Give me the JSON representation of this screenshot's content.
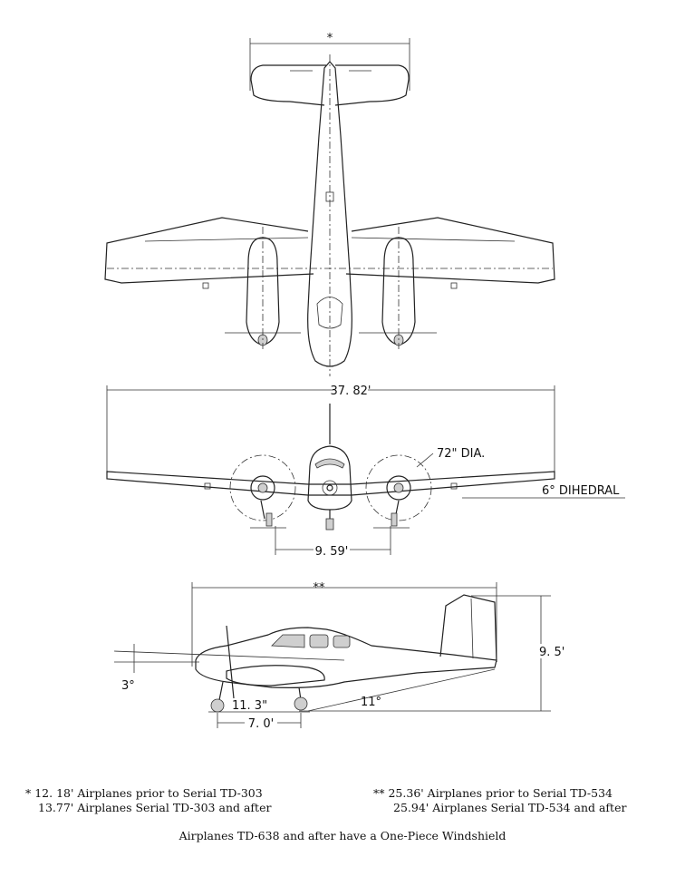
{
  "dimensions": {
    "tail_span_mark": "*",
    "wing_span": "37. 82'",
    "prop_diameter": "72\" DIA.",
    "dihedral": "6° DIHEDRAL",
    "tread": "9. 59'",
    "length_mark": "**",
    "height": "9. 5'",
    "thrust_angle": "3°",
    "prop_to_gear": "11. 3\"",
    "tail_angle": "11°",
    "wheelbase": "7. 0'"
  },
  "notes": {
    "left": {
      "mark": "*",
      "line1": "12. 18' Airplanes prior to Serial TD-303",
      "line2": "13.77' Airplanes Serial TD-303 and after"
    },
    "right": {
      "mark": "**",
      "line1": "25.36' Airplanes prior to Serial TD-534",
      "line2": "25.94' Airplanes Serial TD-534 and after"
    }
  },
  "footer": "Airplanes TD-638 and after have a One-Piece Windshield"
}
